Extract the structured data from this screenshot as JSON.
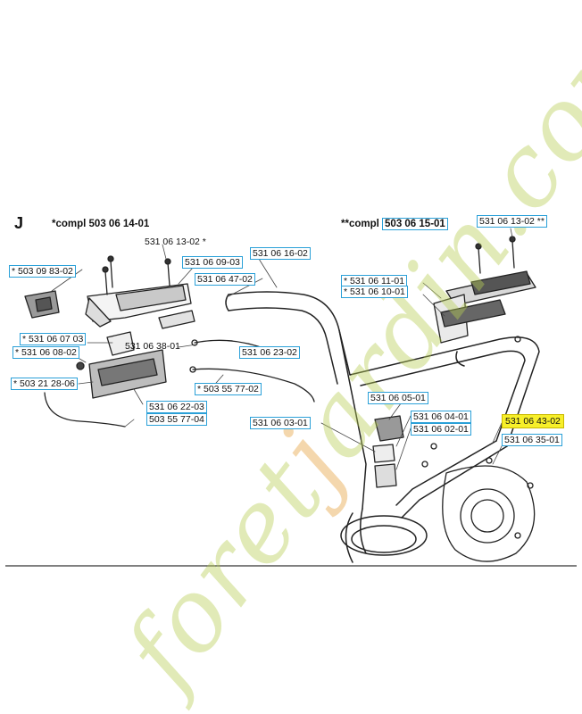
{
  "section_letter": "J",
  "headers": {
    "left": "*compl 503 06 14-01",
    "right_prefix": "**compl",
    "right_part": "503 06 15-01"
  },
  "watermark": {
    "part1": "foret",
    "part2": "j",
    "part3": "ardin.com"
  },
  "colors": {
    "box_border": "#2aa0d8",
    "highlight": "#f7ef2a",
    "watermark_green": "#b8cf55",
    "watermark_orange": "#e7a23e"
  },
  "labels": [
    {
      "id": "l01",
      "text": "531 06 13-02 *",
      "style": "plain"
    },
    {
      "id": "l02",
      "text": "* 503 09 83-02",
      "style": "box"
    },
    {
      "id": "l03",
      "text": "531 06 09-03",
      "style": "box"
    },
    {
      "id": "l04",
      "text": "531 06 16-02",
      "style": "box"
    },
    {
      "id": "l05",
      "text": "531 06 47-02",
      "style": "box"
    },
    {
      "id": "l06",
      "text": "* 531 06 07 03",
      "style": "box"
    },
    {
      "id": "l07",
      "text": "* 531 06 08-02",
      "style": "box"
    },
    {
      "id": "l08",
      "text": "531 06 38-01",
      "style": "plain"
    },
    {
      "id": "l09",
      "text": "531 06 23-02",
      "style": "box"
    },
    {
      "id": "l10",
      "text": "* 503 21 28-06",
      "style": "box"
    },
    {
      "id": "l11",
      "text": "* 503 55 77-02",
      "style": "box"
    },
    {
      "id": "l12",
      "text": "531 06 22-03",
      "style": "box"
    },
    {
      "id": "l13",
      "text": "503 55 77-04",
      "style": "box"
    },
    {
      "id": "l14",
      "text": "531 06 03-01",
      "style": "box"
    },
    {
      "id": "l15",
      "text": "531 06 13-02 **",
      "style": "box"
    },
    {
      "id": "l16",
      "text": "* 531 06 11-01",
      "style": "box"
    },
    {
      "id": "l17",
      "text": "* 531 06 10-01",
      "style": "box"
    },
    {
      "id": "l18",
      "text": "531 06 05-01",
      "style": "box"
    },
    {
      "id": "l19",
      "text": "531 06 04-01",
      "style": "box"
    },
    {
      "id": "l20",
      "text": "531 06 02-01",
      "style": "box"
    },
    {
      "id": "l21",
      "text": "531 06 43-02",
      "style": "hl"
    },
    {
      "id": "l22",
      "text": "531 06 35-01",
      "style": "box"
    }
  ]
}
